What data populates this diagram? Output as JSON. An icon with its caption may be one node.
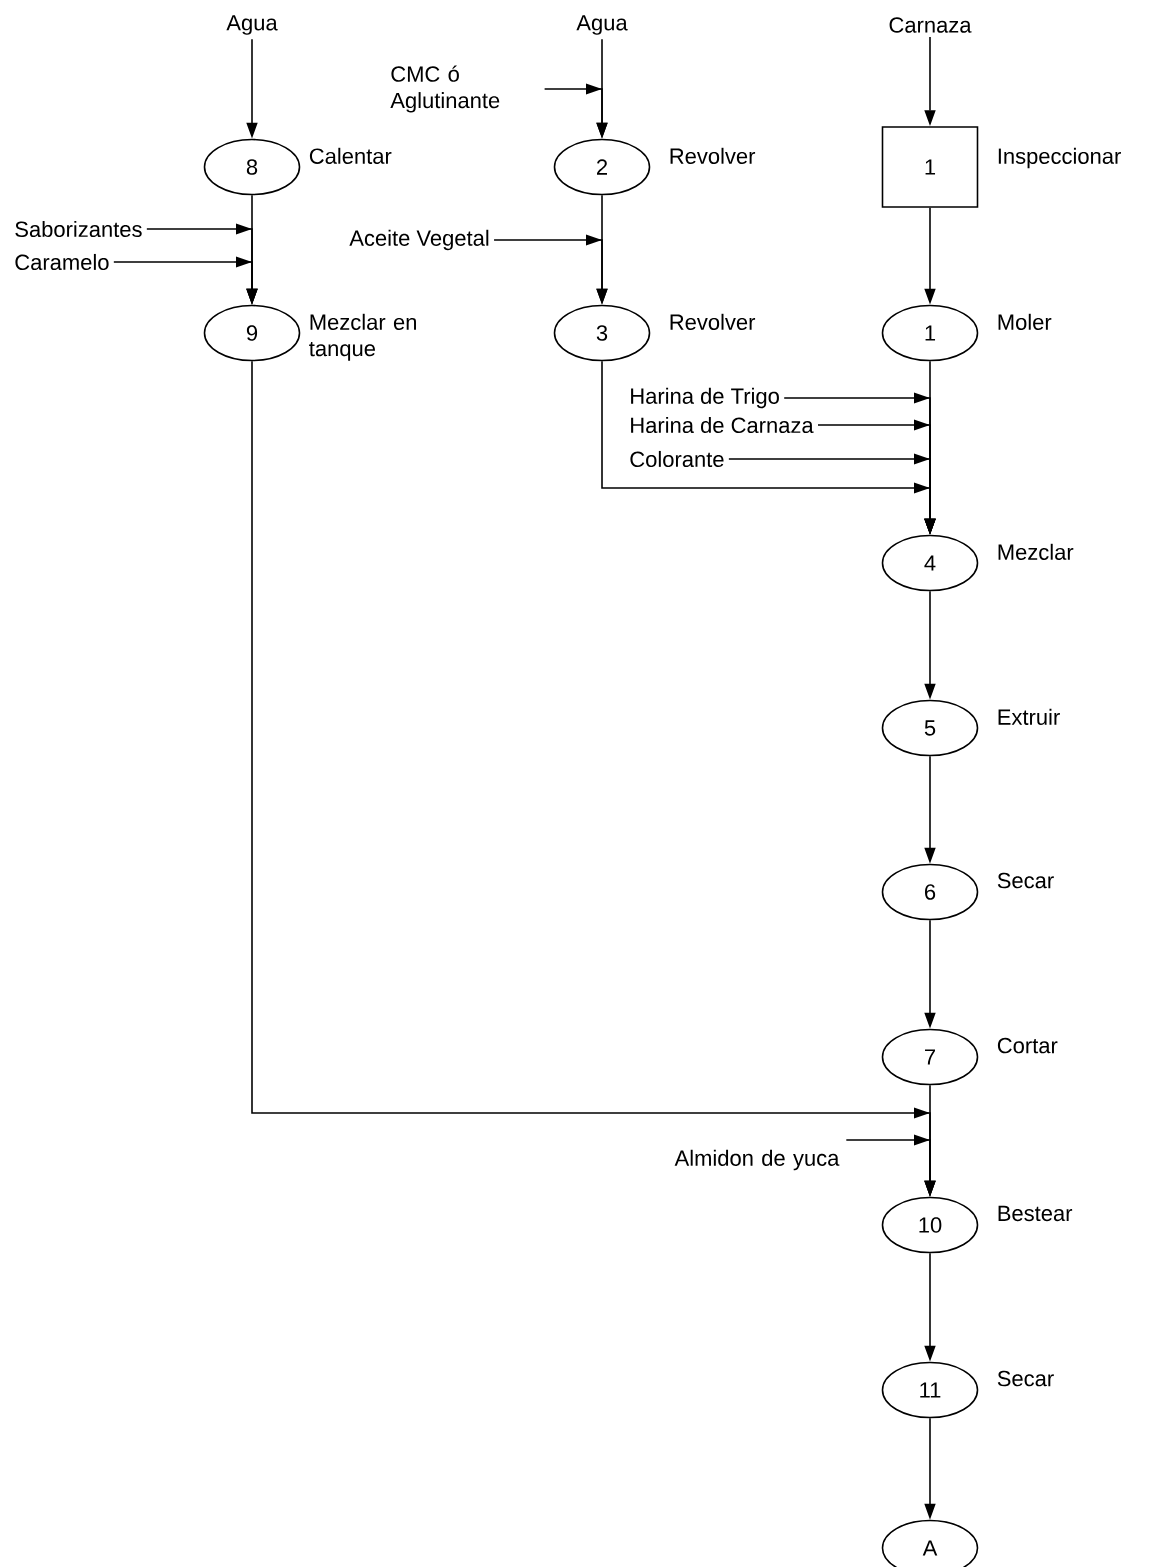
{
  "diagram": {
    "nodes": [
      {
        "text": [
          "Agua"
        ]
      },
      {
        "text": [
          "8"
        ],
        "beside": [
          "Calentar"
        ]
      },
      {
        "text": [
          "Saborizantes"
        ]
      },
      {
        "text": [
          "Caramelo"
        ]
      },
      {
        "text": [
          "9"
        ],
        "beside": [
          "Mezclar en tanque"
        ]
      },
      {
        "text": [
          "Agua"
        ]
      },
      {
        "text": [
          "CMC ó Aglutinante"
        ]
      },
      {
        "text": [
          "2"
        ],
        "beside": [
          "Revolver"
        ]
      },
      {
        "text": [
          "Aceite Vegetal"
        ]
      },
      {
        "text": [
          "3"
        ],
        "beside": [
          "Revolver"
        ]
      },
      {
        "text": [
          "Carnaza"
        ]
      },
      {
        "text": [
          "1"
        ],
        "beside": [
          "Inspeccionar"
        ]
      },
      {
        "text": [
          "1"
        ],
        "beside": [
          "Moler"
        ]
      },
      {
        "text": [
          "Harina de Trigo"
        ]
      },
      {
        "text": [
          "Harina de Carnaza"
        ]
      },
      {
        "text": [
          "Colorante"
        ]
      },
      {
        "text": [
          "4"
        ],
        "beside": [
          "Mezclar"
        ]
      },
      {
        "text": [
          "5"
        ],
        "beside": [
          "Extruir"
        ]
      },
      {
        "text": [
          "6"
        ],
        "beside": [
          "Secar"
        ]
      },
      {
        "text": [
          "7"
        ],
        "beside": [
          "Cortar"
        ]
      },
      {
        "text": [
          "Almidon de yuca"
        ]
      },
      {
        "text": [
          "10"
        ],
        "beside": [
          "Bestear"
        ]
      },
      {
        "text": [
          "11"
        ],
        "beside": [
          "Secar"
        ]
      },
      {
        "text": [
          "A"
        ]
      }
    ],
    "edges": [
      {
        "from": 0,
        "to": 1,
        "arrow": "to"
      },
      {
        "from": 1,
        "to": 4,
        "arrow": "to"
      },
      {
        "from": 2,
        "to": 4,
        "arrow": "to"
      },
      {
        "from": 3,
        "to": 4,
        "arrow": "to"
      },
      {
        "from": 5,
        "to": 7,
        "arrow": "to"
      },
      {
        "from": 6,
        "to": 7,
        "arrow": "to"
      },
      {
        "from": 7,
        "to": 9,
        "arrow": "to"
      },
      {
        "from": 8,
        "to": 9,
        "arrow": "to"
      },
      {
        "from": 10,
        "to": 11,
        "arrow": "to"
      },
      {
        "from": 11,
        "to": 12,
        "arrow": "to"
      },
      {
        "from": 12,
        "to": 16,
        "arrow": "to"
      },
      {
        "from": 13,
        "to": 16,
        "arrow": "to"
      },
      {
        "from": 14,
        "to": 16,
        "arrow": "to"
      },
      {
        "from": 15,
        "to": 16,
        "arrow": "to"
      },
      {
        "from": 9,
        "to": 16,
        "arrow": "to"
      },
      {
        "from": 16,
        "to": 17,
        "arrow": "to"
      },
      {
        "from": 17,
        "to": 18,
        "arrow": "to"
      },
      {
        "from": 18,
        "to": 19,
        "arrow": "to"
      },
      {
        "from": 4,
        "to": 21,
        "arrow": "to"
      },
      {
        "from": 20,
        "to": 21,
        "arrow": "to"
      },
      {
        "from": 19,
        "to": 21,
        "arrow": "to"
      },
      {
        "from": 21,
        "to": 22,
        "arrow": "to"
      },
      {
        "from": 22,
        "to": 23,
        "arrow": "to"
      }
    ]
  }
}
